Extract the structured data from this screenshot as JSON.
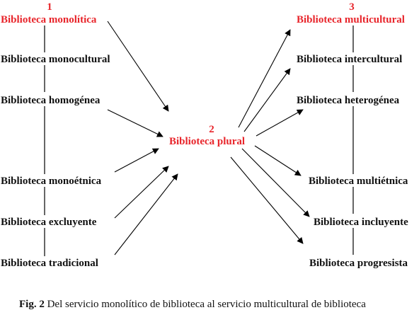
{
  "diagram": {
    "left": {
      "number": "1",
      "title": "Biblioteca monolítica",
      "items": [
        "Biblioteca monocultural",
        "Biblioteca homogénea",
        "Biblioteca monoétnica",
        "Biblioteca excluyente",
        "Biblioteca tradicional"
      ]
    },
    "center": {
      "number": "2",
      "title": "Biblioteca plural"
    },
    "right": {
      "number": "3",
      "title": "Biblioteca multicultural",
      "items": [
        "Biblioteca intercultural",
        "Biblioteca heterogénea",
        "Biblioteca multiétnica",
        "Biblioteca incluyente",
        "Biblioteca progresista"
      ]
    },
    "colors": {
      "highlight": "#e8252b",
      "text": "#111111",
      "lines": "#000000"
    }
  },
  "caption": {
    "label": "Fig. 2",
    "text": " Del servicio monolítico de biblioteca al servicio multicultural de biblioteca"
  }
}
